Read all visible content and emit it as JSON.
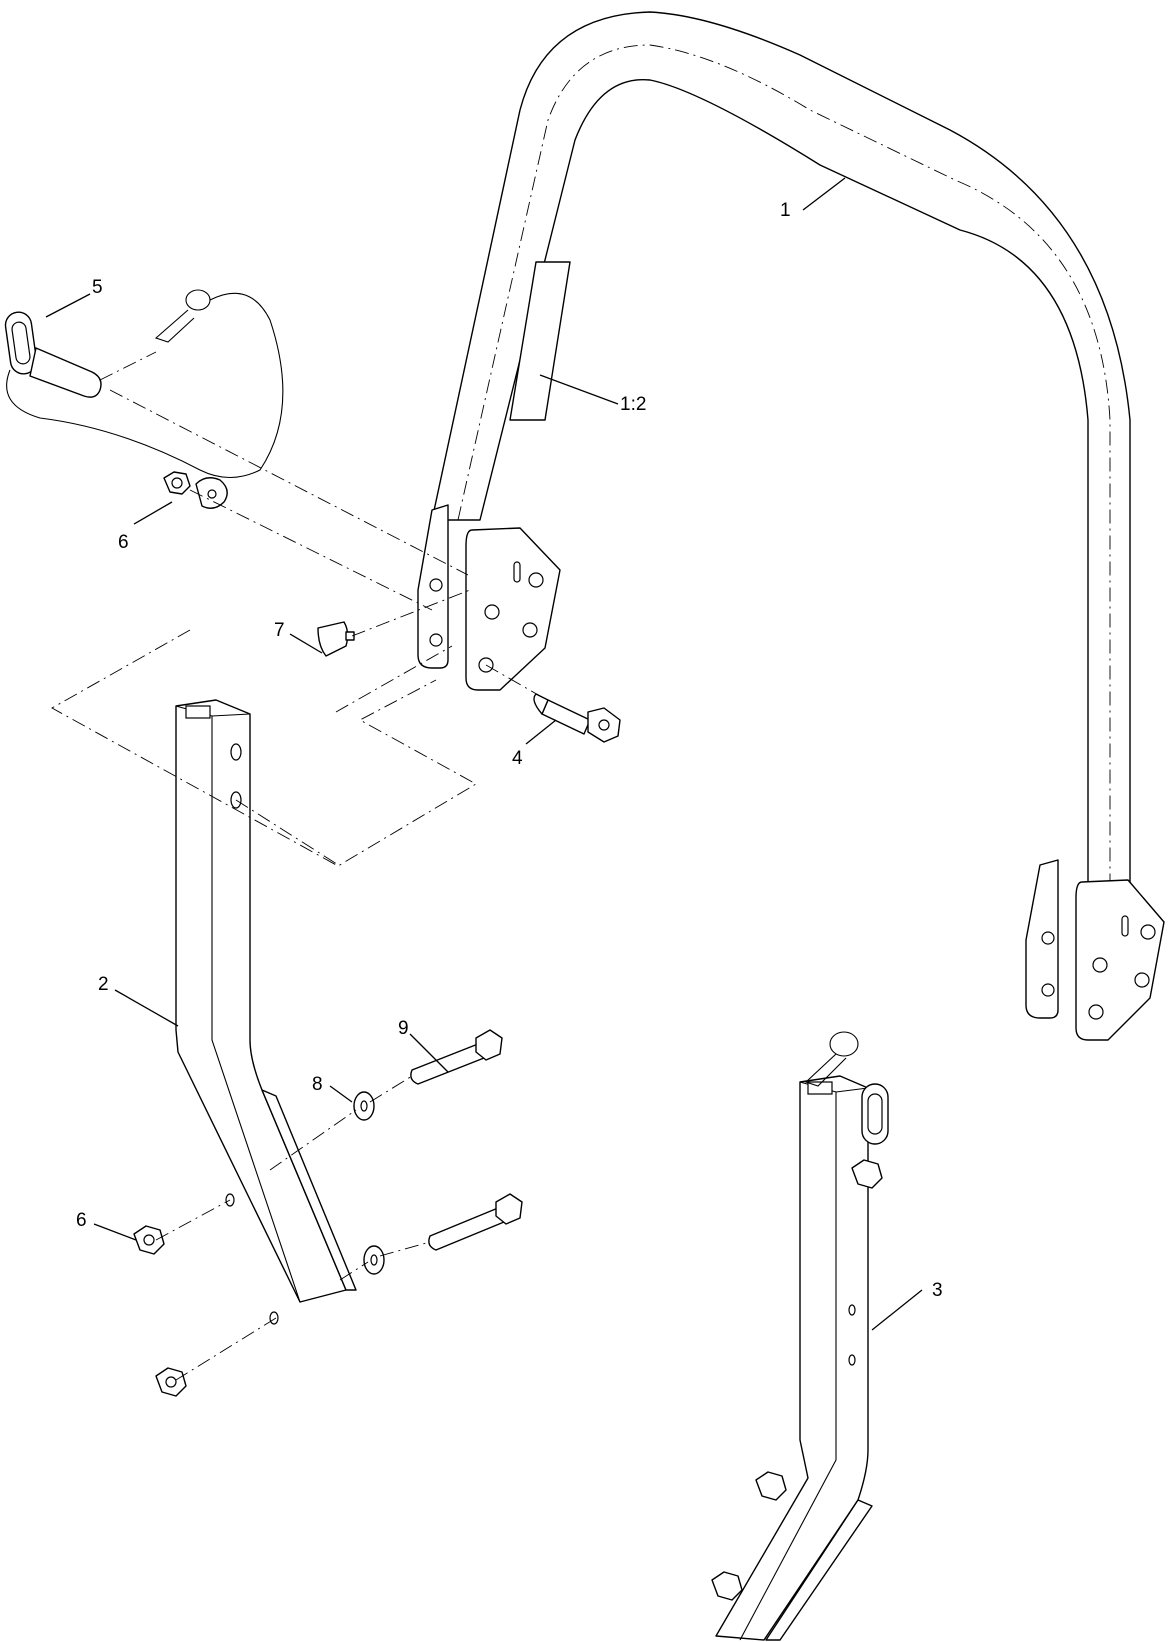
{
  "callouts": {
    "roll_bar": "1",
    "decal": "1:2",
    "left_post": "2",
    "right_post": "3",
    "pivot_bolt": "4",
    "hitch_pin": "5",
    "nut_upper": "6",
    "nut_lower": "6",
    "knob": "7",
    "washer": "8",
    "bolt": "9"
  }
}
